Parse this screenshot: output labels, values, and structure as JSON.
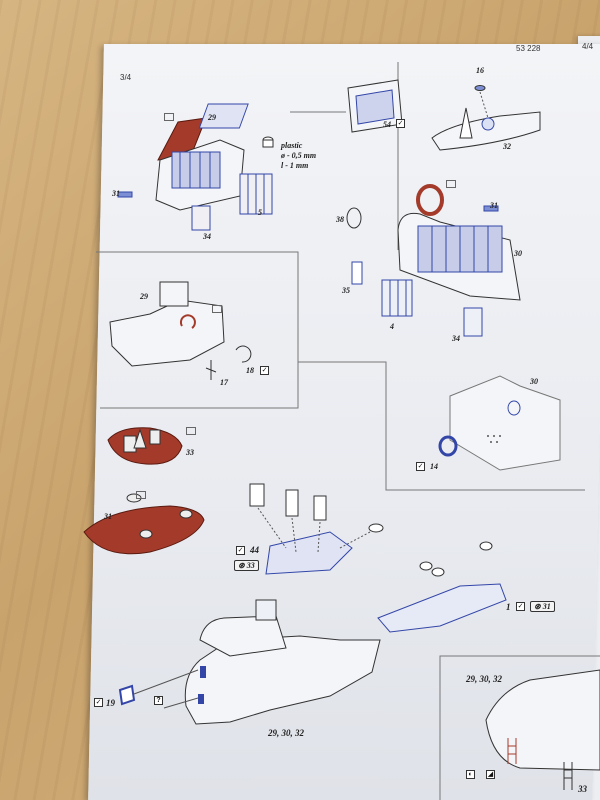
{
  "header": {
    "code": "53 228",
    "page_left": "3/4",
    "page_right": "4/4"
  },
  "labels": {
    "p29a": "29",
    "p31a": "31",
    "p5": "5",
    "p34a": "34",
    "p54": "54",
    "plastic": "plastic",
    "plastic_d1": "ø - 0,5 mm",
    "plastic_d2": "l - 1 mm",
    "p16": "16",
    "p32": "32",
    "p38": "38",
    "p31b": "31",
    "p30a": "30",
    "p35": "35",
    "p4": "4",
    "p34b": "34",
    "p29b": "29",
    "p17": "17",
    "p18": "18",
    "p30b": "30",
    "p14": "14",
    "p33a": "33",
    "p31c": "31",
    "p44": "44",
    "p33b": "33",
    "p1": "1",
    "p31d": "31",
    "p19": "19",
    "q": "?",
    "combo1": "29, 30, 32",
    "combo2": "29, 30, 32",
    "p33c": "33"
  },
  "colors": {
    "red": "#a33a2a",
    "blue": "#3346a8",
    "paper": "#eceef2"
  }
}
